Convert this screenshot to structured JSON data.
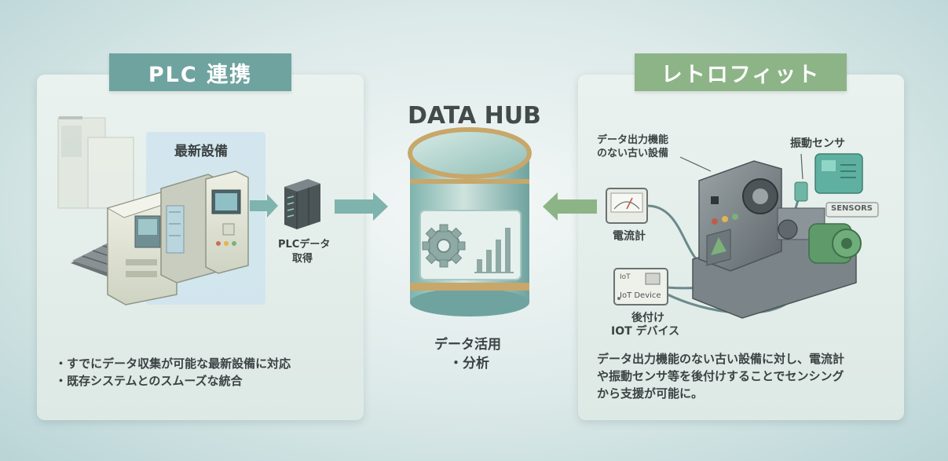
{
  "left": {
    "banner": "PLC 連携",
    "equipment_label": "最新設備",
    "plc_label_line1": "PLCデータ",
    "plc_label_line2": "取得",
    "bullets": [
      "・すでにデータ収集が可能な最新設備に対応",
      "・既存システムとのスムーズな統合"
    ]
  },
  "center": {
    "title": "DATA HUB",
    "caption_line1": "データ活用",
    "caption_line2": "・分析"
  },
  "right": {
    "banner": "レトロフィット",
    "old_equipment_line1": "データ出力機能",
    "old_equipment_line2": "のない古い設備",
    "vibration_sensor": "振動センサ",
    "sensors_tag": "SENSORS",
    "ammeter": "電流計",
    "iot_small": "IoT",
    "iot_device": "IoT Device",
    "iot_label_line1": "後付け",
    "iot_label_line2": "IOT デバイス",
    "description": [
      "データ出力機能のない古い設備に対し、電流計",
      "や振動センサ等を後付けすることでセンシング",
      "から支援が可能に。"
    ]
  },
  "colors": {
    "teal_banner": "#6fa39f",
    "green_banner": "#8db487",
    "arrow_teal": "#7fb3ad",
    "arrow_green": "#8db487"
  }
}
